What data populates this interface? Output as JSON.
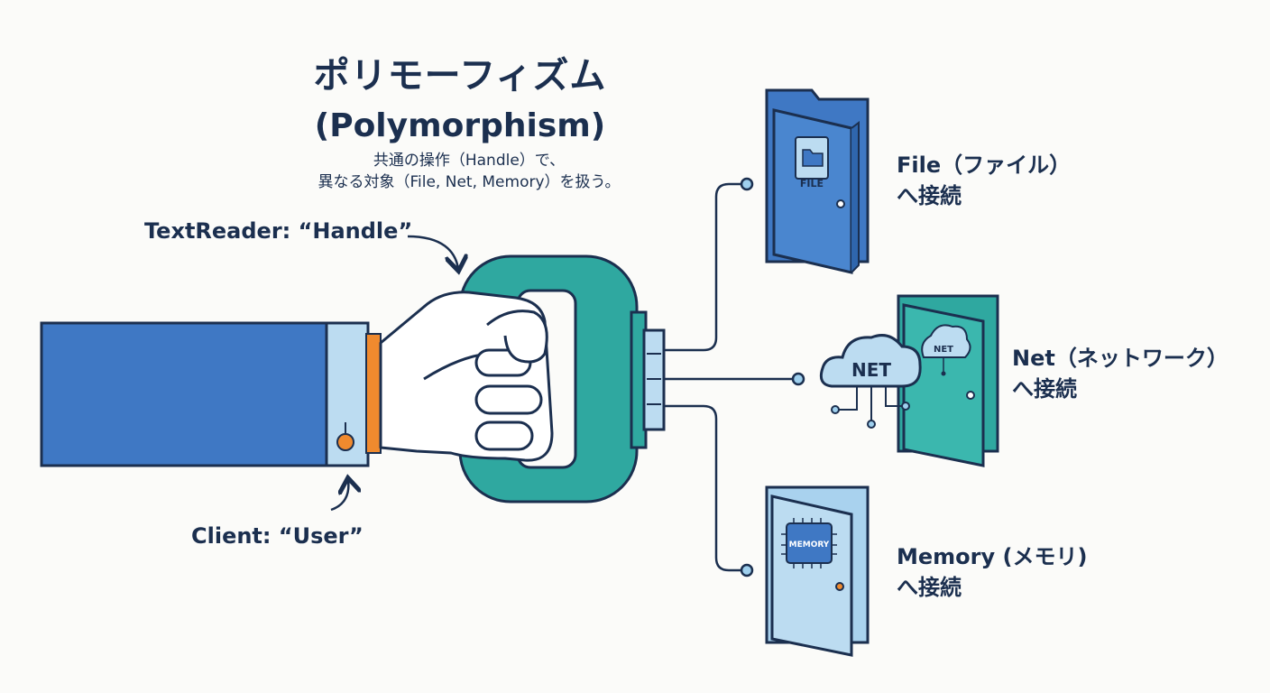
{
  "title": {
    "main": "ポリモーフィズム",
    "sub": "(Polymorphism)",
    "desc_line1": "共通の操作（Handle）で、",
    "desc_line2": "異なる対象（File, Net, Memory）を扱う。"
  },
  "labels": {
    "handle": "TextReader: “Handle”",
    "client": "Client: “User”"
  },
  "targets": [
    {
      "line1": "File（ファイル）",
      "line2": "へ接続",
      "badge": "FILE",
      "color": "#3f78c4"
    },
    {
      "line1": "Net（ネットワーク）",
      "line2": "へ接続",
      "badge": "NET",
      "cloud_text": "NET",
      "color": "#2fa8a0"
    },
    {
      "line1": "Memory (メモリ)",
      "line2": "へ接続",
      "badge": "MEMORY",
      "color": "#a9d2ee"
    }
  ],
  "colors": {
    "sleeve": "#3f78c4",
    "cuff": "#bcdcf1",
    "orange": "#f08a2e",
    "handle": "#2fa8a0",
    "outline": "#1b2f4f"
  }
}
